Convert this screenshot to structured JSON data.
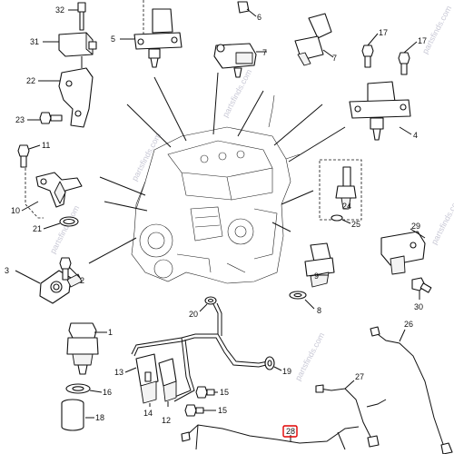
{
  "diagram": {
    "watermark": "partsfinds.com",
    "highlighted_label": "28",
    "labels": {
      "l1": "1",
      "l2": "2",
      "l3": "3",
      "l4": "4",
      "l5": "5",
      "l6": "6",
      "l7a": "7",
      "l7b": "7",
      "l8": "8",
      "l9": "9",
      "l10": "10",
      "l11": "11",
      "l12": "12",
      "l13": "13",
      "l14": "14",
      "l15a": "15",
      "l15b": "15",
      "l16": "16",
      "l17a": "17",
      "l17b": "17",
      "l18": "18",
      "l19": "19",
      "l20": "20",
      "l21": "21",
      "l22": "22",
      "l23": "23",
      "l24": "24",
      "l25": "25",
      "l26": "26",
      "l27": "27",
      "l28": "28",
      "l29": "29",
      "l30": "30",
      "l31": "31",
      "l32": "32"
    }
  }
}
